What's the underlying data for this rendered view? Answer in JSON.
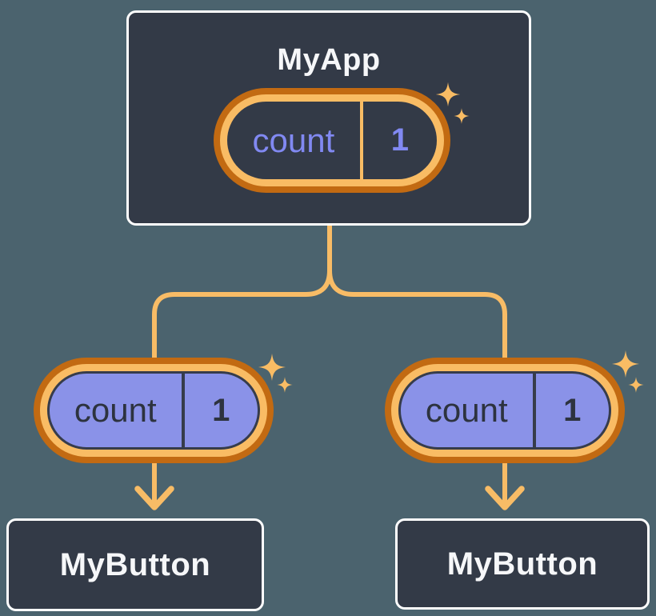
{
  "diagram": {
    "type": "component-tree",
    "root": {
      "title": "MyApp",
      "state_pill": {
        "label": "count",
        "value": "1"
      }
    },
    "children": [
      {
        "title": "MyButton",
        "prop_pill": {
          "label": "count",
          "value": "1"
        }
      },
      {
        "title": "MyButton",
        "prop_pill": {
          "label": "count",
          "value": "1"
        }
      }
    ],
    "edges": [
      {
        "from": "MyApp",
        "to": "MyButton (left)",
        "passes": "count = 1"
      },
      {
        "from": "MyApp",
        "to": "MyButton (right)",
        "passes": "count = 1"
      }
    ],
    "colors": {
      "background": "#4B636E",
      "node_fill": "#333A47",
      "node_border": "#FFFFFF",
      "node_text": "#F6F7F9",
      "connector": "#F8BC66",
      "pill_ring_outer": "#C26A12",
      "pill_ring_inner": "#F9BC64",
      "pill_purple_fill": "#8A92E8",
      "pill_dark_outline": "#363C4B",
      "lavender_text": "#8189F2",
      "dark_text": "#2D333F"
    },
    "icons": [
      "sparkle-icon"
    ]
  }
}
